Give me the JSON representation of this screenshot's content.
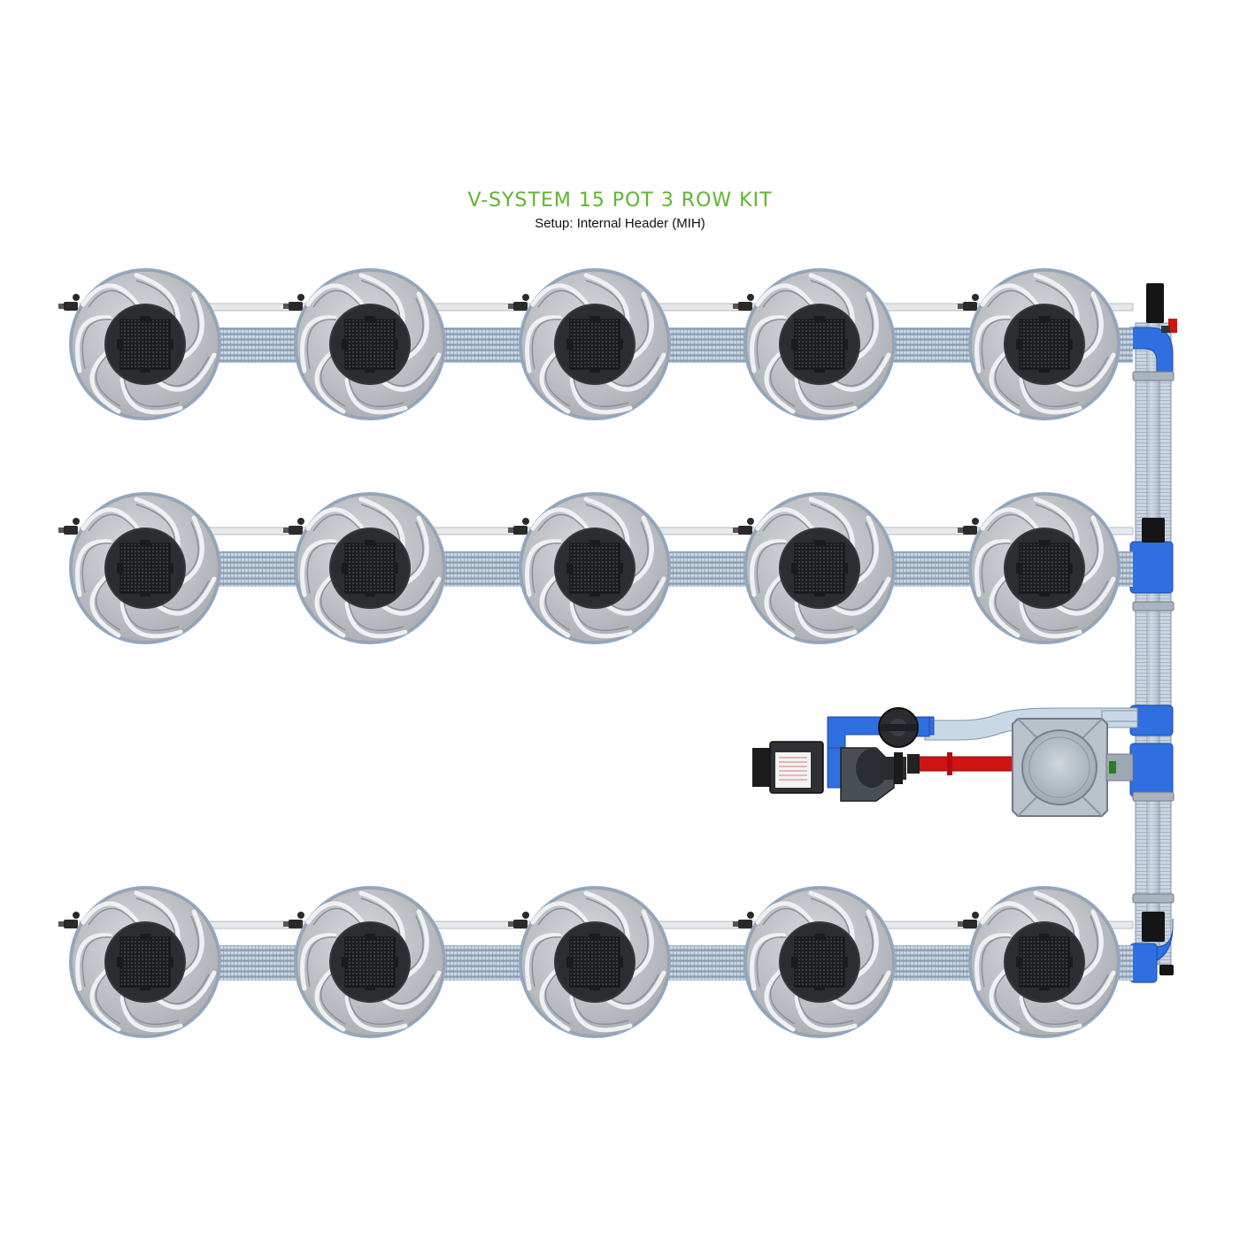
{
  "title": "V-SYSTEM 15 POT 3 ROW KIT",
  "subtitle": "Setup: Internal Header (MIH)",
  "colors": {
    "title": "#5fb52e",
    "pipe_blue": "#2f6fe0",
    "pipe_red": "#d01414",
    "pot_face": "#b9bcc1",
    "net_pot": "#2b2d31",
    "header_pipe": "#9fb3c9",
    "fitting_black": "#151515"
  },
  "layout_components": {
    "rows": 3,
    "pots_per_row": 5,
    "total_pots": 15,
    "header_type": "internal header",
    "pot_icon": "pot-icon",
    "reservoir_icon": "reservoir-icon",
    "pump_icon": "pump-icon",
    "filter_icon": "filter-icon",
    "controller_icon": "controller-icon"
  }
}
